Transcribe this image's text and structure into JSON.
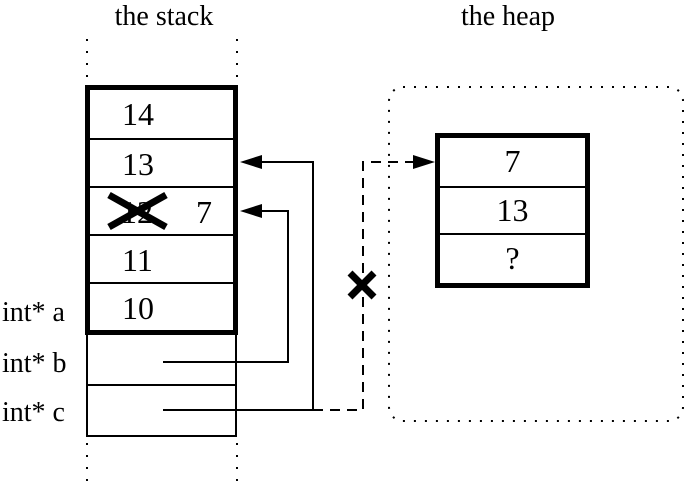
{
  "colors": {
    "ink": "#000000",
    "background": "#ffffff"
  },
  "stack": {
    "title": "the stack",
    "cells": [
      {
        "value": "14"
      },
      {
        "value": "13"
      },
      {
        "old_value": "12",
        "new_value": "7",
        "crossed_out": true
      },
      {
        "value": "11"
      },
      {
        "value": "10"
      }
    ],
    "labels": {
      "a": "int* a",
      "b": "int* b",
      "c": "int* c"
    }
  },
  "heap": {
    "title": "the heap",
    "cells": [
      {
        "value": "7"
      },
      {
        "value": "13"
      },
      {
        "value": "?"
      }
    ]
  },
  "icons": {
    "value_cross": "cross-out-x",
    "pointer_cross": "cross-out-x"
  }
}
